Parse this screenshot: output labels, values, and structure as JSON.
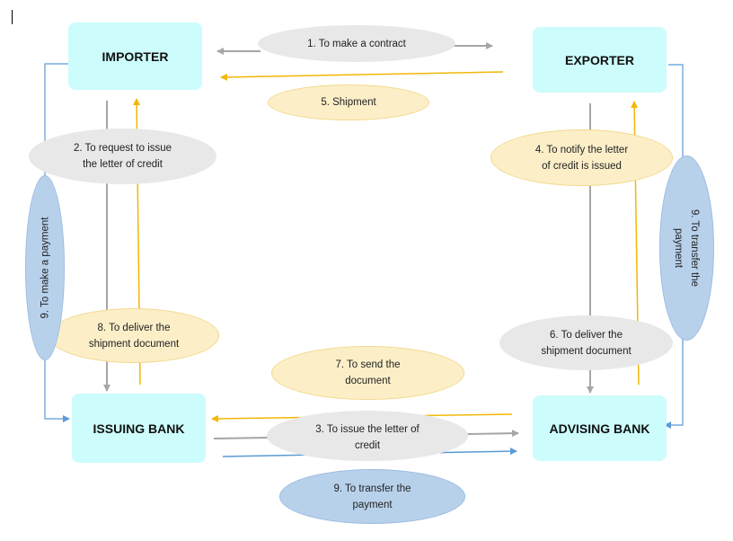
{
  "nodes": {
    "importer": "IMPORTER",
    "exporter": "EXPORTER",
    "issuing_bank": "ISSUING BANK",
    "advising_bank": "ADVISING BANK"
  },
  "steps": {
    "s1": "1. To make a contract",
    "s2": "2. To request to issue\nthe letter of credit",
    "s3": "3.  To issue the letter of\ncredit",
    "s4": "4. To notify the letter\nof credit is issued",
    "s5": "5. Shipment",
    "s6": "6. To deliver the\nshipment document",
    "s7": "7. To send the\ndocument",
    "s8": "8. To deliver the\nshipment document",
    "s9_left": "9. To make a payment",
    "s9_right": "9. To transfer the\npayment",
    "s9_bottom": "9. To transfer the\npayment"
  },
  "colors": {
    "box_fill": "#ccfcfc",
    "grey_arrow": "#a6a6a6",
    "yellow_arrow": "#f2b705",
    "blue_arrow": "#5b9bd5"
  }
}
